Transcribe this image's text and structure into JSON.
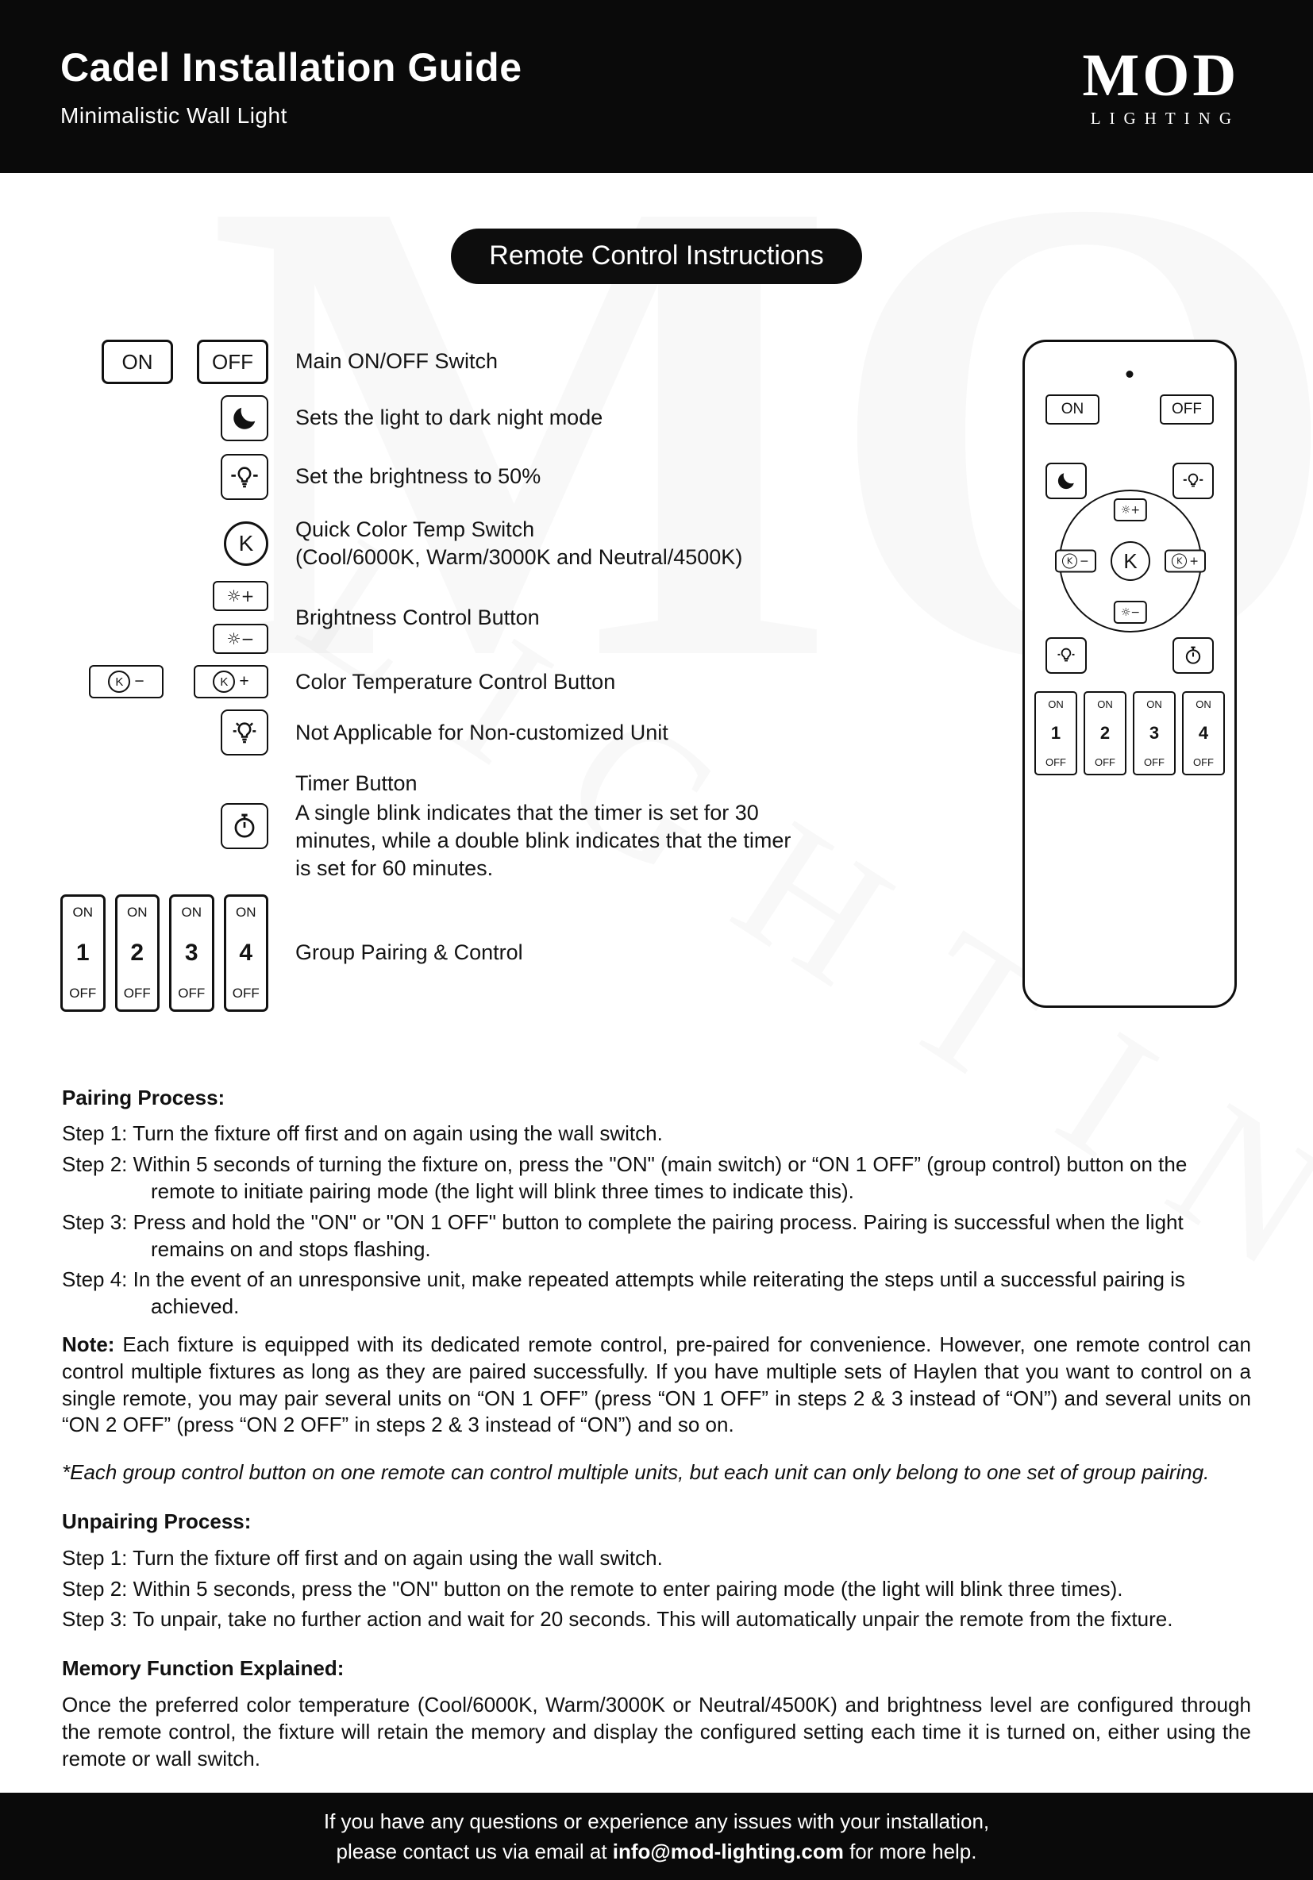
{
  "header": {
    "title": "Cadel Installation Guide",
    "subtitle": "Minimalistic Wall Light",
    "logo": {
      "main": "MOD",
      "sub": "LIGHTING"
    }
  },
  "badge": "Remote Control Instructions",
  "labels": {
    "on": "ON",
    "off": "OFF",
    "k": "K",
    "plus": "+",
    "minus": "−",
    "sun_plus": "☼+",
    "sun_minus": "☼−"
  },
  "legend": {
    "main_switch": "Main ON/OFF Switch",
    "night_mode": "Sets the light to dark night mode",
    "brightness_50": "Set the brightness to 50%",
    "color_temp_switch_line1": "Quick Color Temp Switch",
    "color_temp_switch_line2": "(Cool/6000K, Warm/3000K and Neutral/4500K)",
    "brightness_control": "Brightness Control Button",
    "color_temp_control": "Color Temperature Control Button",
    "not_applicable": "Not Applicable for Non-customized Unit",
    "timer_title": "Timer Button",
    "timer_desc": "A single blink indicates that the timer is set for 30 minutes, while a double blink indicates that the timer is set for 60 minutes.",
    "group_pairing": "Group Pairing & Control",
    "group_numbers": [
      "1",
      "2",
      "3",
      "4"
    ]
  },
  "pairing": {
    "title": "Pairing Process:",
    "steps": [
      "Step 1: Turn the fixture off first and on again using the wall switch.",
      "Step 2: Within 5 seconds of turning the fixture on, press the \"ON\" (main switch) or “ON 1 OFF” (group control) button on the remote to initiate pairing mode (the light will blink three times to indicate this).",
      "Step 3: Press and hold the \"ON\" or \"ON 1 OFF\" button to complete the pairing process. Pairing is successful when the light remains on and stops flashing.",
      "Step 4: In the event of an unresponsive unit, make repeated attempts while reiterating the steps until a successful pairing is achieved."
    ],
    "note_label": "Note:",
    "note_text": " Each fixture is equipped with its dedicated remote control, pre-paired for convenience. However, one remote control can control multiple fixtures as long as they are paired successfully. If you have multiple sets of Haylen that you want to control on a single remote, you may pair several units on “ON 1 OFF” (press “ON 1 OFF” in steps 2 & 3 instead of “ON”) and several units on “ON 2 OFF” (press “ON 2 OFF” in steps 2 & 3 instead of “ON”) and so on.",
    "note_italic": "*Each group control button on one remote can control multiple units, but each unit can only belong to one set of group pairing."
  },
  "unpairing": {
    "title": "Unpairing Process:",
    "steps": [
      "Step 1: Turn the fixture off first and on again using the wall switch.",
      "Step 2: Within 5 seconds, press the \"ON\" button on the remote to enter pairing mode (the light will blink three times).",
      "Step 3: To unpair, take no further action and wait for 20 seconds. This will automatically unpair the remote from the fixture."
    ]
  },
  "memory": {
    "title": "Memory Function Explained:",
    "text": "Once the preferred color temperature (Cool/6000K, Warm/3000K or Neutral/4500K) and brightness level are configured through the remote control, the fixture will retain the memory and display the configured setting each time it is turned on, either using the remote or wall switch."
  },
  "footer": {
    "line1": "If you have any questions or experience any issues with your installation,",
    "line2_pre": "please contact us via email at ",
    "email": "info@mod-lighting.com",
    "line2_post": " for more help."
  },
  "watermark": {
    "text1": "MOD",
    "text2": "LIGHTING"
  },
  "colors": {
    "header_bg": "#0a0a0a",
    "badge_bg": "#0d0d0d",
    "text": "#141414"
  }
}
